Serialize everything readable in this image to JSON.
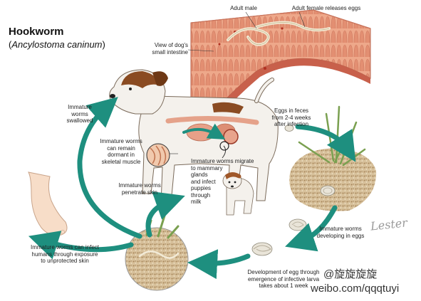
{
  "title": "Hookworm",
  "subtitle_species": "Ancylostoma caninum",
  "labels": {
    "adult_male": "Adult male",
    "adult_female": "Adult female releases eggs",
    "view_intestine": "View of dog's\nsmall intestine",
    "eggs_feces": "Eggs in feces\nfrom 2-4 weeks\nafter infection",
    "immature_swallowed": "Immature\nworms\nswallowed",
    "immature_dormant": "Immature worms\ncan remain\ndormant in\nskeletal muscle",
    "immature_migrate": "Immature worms migrate\nto mammary\nglands\nand infect\npuppies\nthrough\nmilk",
    "immature_penetrate": "Immature worms\npenetrate skin",
    "immature_humans": "Immature worms can infect\nhumans through exposure\nto unprotected skin",
    "immature_developing": "Immature worms\ndeveloping in eggs",
    "development": "Development of egg through\nemergence of infective larva\ntakes about 1 week"
  },
  "signature": "Lester",
  "watermark_line1": "@旋旋旋旋",
  "watermark_line2": "weibo.com/qqqtuyi",
  "colors": {
    "arrow": "#1e8f7f",
    "intestine_tissue": "#e59a7a",
    "intestine_wall": "#c85f4a",
    "worm": "#f2ead6",
    "dog_body": "#f4f1ec",
    "dog_patch": "#8a4b22",
    "soil": "#cdb58e",
    "grass": "#7aa050"
  }
}
